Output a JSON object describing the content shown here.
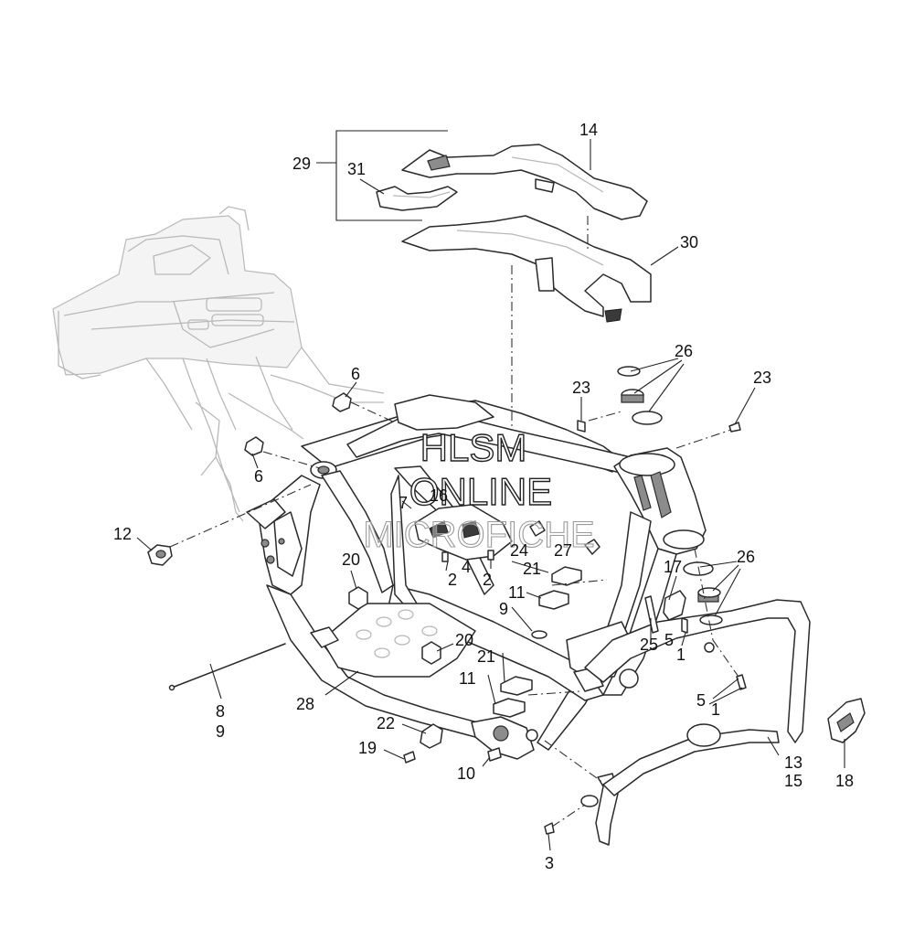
{
  "watermark": {
    "line1": "HLSM",
    "line2": "ONLINE",
    "line3": "MICROFICHE"
  },
  "callouts": [
    {
      "id": "c29",
      "text": "29"
    },
    {
      "id": "c31",
      "text": "31"
    },
    {
      "id": "c14",
      "text": "14"
    },
    {
      "id": "c30",
      "text": "30"
    },
    {
      "id": "c26a",
      "text": "26"
    },
    {
      "id": "c23a",
      "text": "23"
    },
    {
      "id": "c23b",
      "text": "23"
    },
    {
      "id": "c6a",
      "text": "6"
    },
    {
      "id": "c6b",
      "text": "6"
    },
    {
      "id": "c12",
      "text": "12"
    },
    {
      "id": "c7",
      "text": "7"
    },
    {
      "id": "c16",
      "text": "16"
    },
    {
      "id": "c2a",
      "text": "2"
    },
    {
      "id": "c4",
      "text": "4"
    },
    {
      "id": "c2b",
      "text": "2"
    },
    {
      "id": "c24",
      "text": "24"
    },
    {
      "id": "c27",
      "text": "27"
    },
    {
      "id": "c20a",
      "text": "20"
    },
    {
      "id": "c21a",
      "text": "21"
    },
    {
      "id": "c11a",
      "text": "11"
    },
    {
      "id": "c9a",
      "text": "9"
    },
    {
      "id": "c17",
      "text": "17"
    },
    {
      "id": "c26b",
      "text": "26"
    },
    {
      "id": "c5a",
      "text": "5"
    },
    {
      "id": "c25",
      "text": "25"
    },
    {
      "id": "c1a",
      "text": "1"
    },
    {
      "id": "c20b",
      "text": "20"
    },
    {
      "id": "c21b",
      "text": "21"
    },
    {
      "id": "c11b",
      "text": "11"
    },
    {
      "id": "c8",
      "text": "8"
    },
    {
      "id": "c9b",
      "text": "9"
    },
    {
      "id": "c28",
      "text": "28"
    },
    {
      "id": "c5b",
      "text": "5"
    },
    {
      "id": "c1b",
      "text": "1"
    },
    {
      "id": "c22",
      "text": "22"
    },
    {
      "id": "c19",
      "text": "19"
    },
    {
      "id": "c10",
      "text": "10"
    },
    {
      "id": "c13",
      "text": "13"
    },
    {
      "id": "c15",
      "text": "15"
    },
    {
      "id": "c18",
      "text": "18"
    },
    {
      "id": "c3",
      "text": "3"
    }
  ]
}
